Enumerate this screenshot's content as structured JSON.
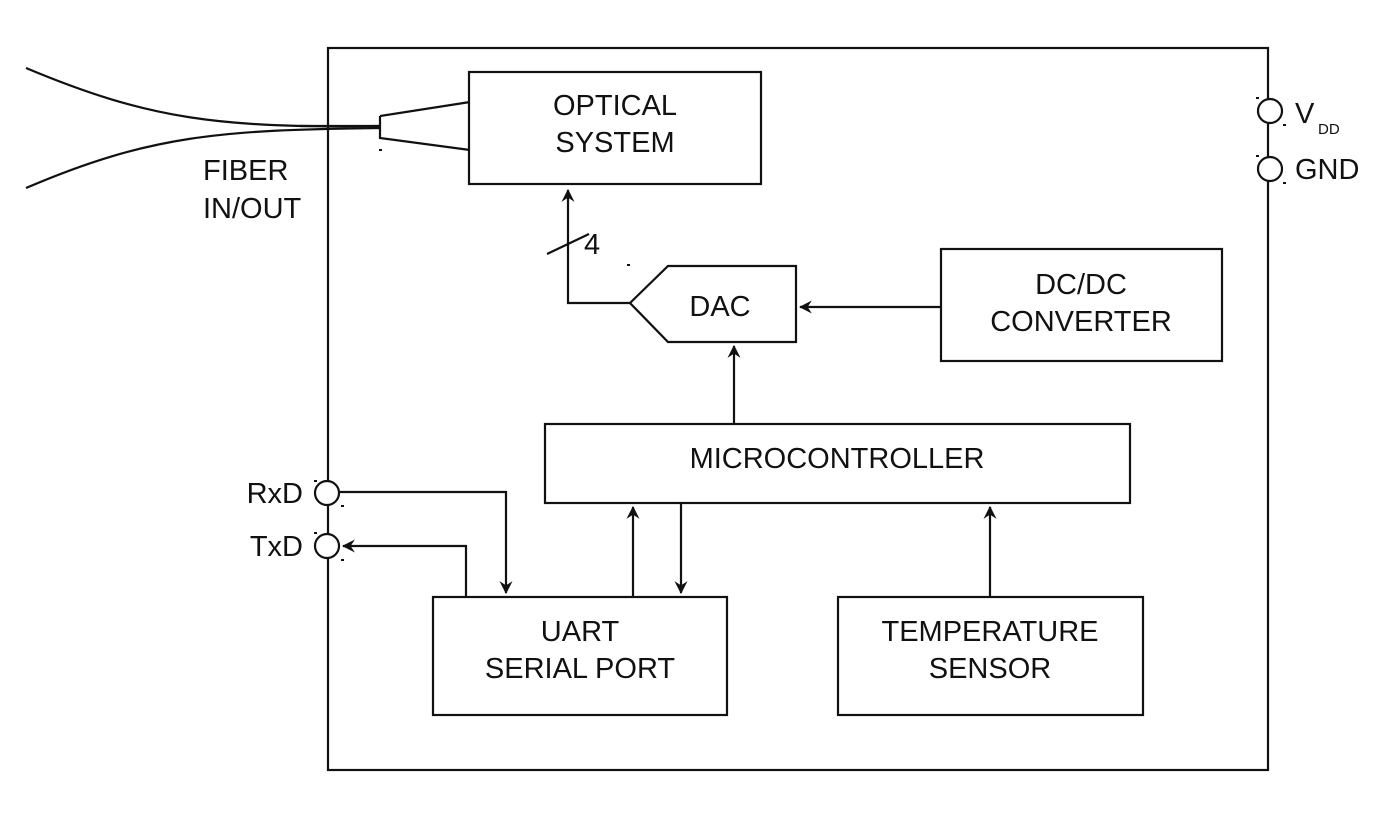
{
  "blocks": {
    "optical": {
      "line1": "OPTICAL",
      "line2": "SYSTEM"
    },
    "dac": {
      "label": "DAC"
    },
    "dcdc": {
      "line1": "DC/DC",
      "line2": "CONVERTER"
    },
    "mcu": {
      "label": "MICROCONTROLLER"
    },
    "uart": {
      "line1": "UART",
      "line2": "SERIAL PORT"
    },
    "temp": {
      "line1": "TEMPERATURE",
      "line2": "SENSOR"
    }
  },
  "fiber": {
    "line1": "FIBER",
    "line2": "IN/OUT"
  },
  "bus": {
    "width": "4"
  },
  "pins": {
    "vdd": {
      "main": "V",
      "sub": "DD"
    },
    "gnd": "GND",
    "rxd": "RxD",
    "txd": "TxD"
  },
  "colors": {
    "stroke": "#111111",
    "background": "#ffffff"
  }
}
